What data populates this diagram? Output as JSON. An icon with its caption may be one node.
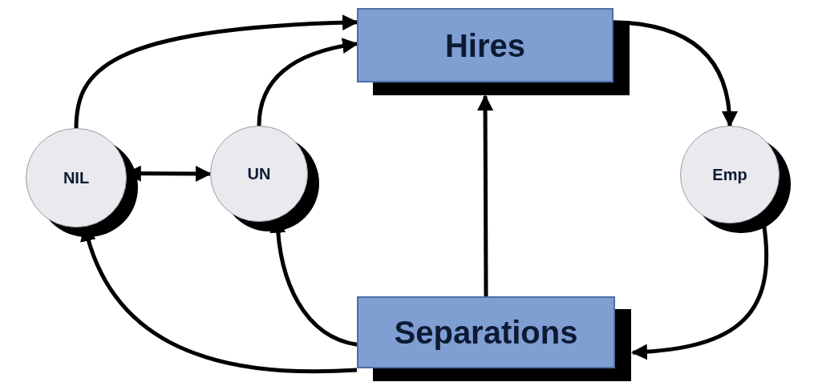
{
  "diagram": {
    "nodes": [
      {
        "text": [
          "Hires"
        ]
      },
      {
        "text": [
          "NIL"
        ]
      },
      {
        "text": [
          "UN"
        ]
      },
      {
        "text": [
          "Emp"
        ]
      },
      {
        "text": [
          "Separations"
        ]
      }
    ],
    "edges": [
      {
        "from": 1,
        "to": 0,
        "arrow": "to"
      },
      {
        "from": 2,
        "to": 0,
        "arrow": "to"
      },
      {
        "from": 0,
        "to": 3,
        "arrow": "to"
      },
      {
        "from": 1,
        "to": 2,
        "arrow": "both"
      },
      {
        "from": 4,
        "to": 0,
        "arrow": "to"
      },
      {
        "from": 3,
        "to": 4,
        "arrow": "to"
      },
      {
        "from": 4,
        "to": 2,
        "arrow": "to"
      },
      {
        "from": 4,
        "to": 1,
        "arrow": "to"
      }
    ]
  }
}
